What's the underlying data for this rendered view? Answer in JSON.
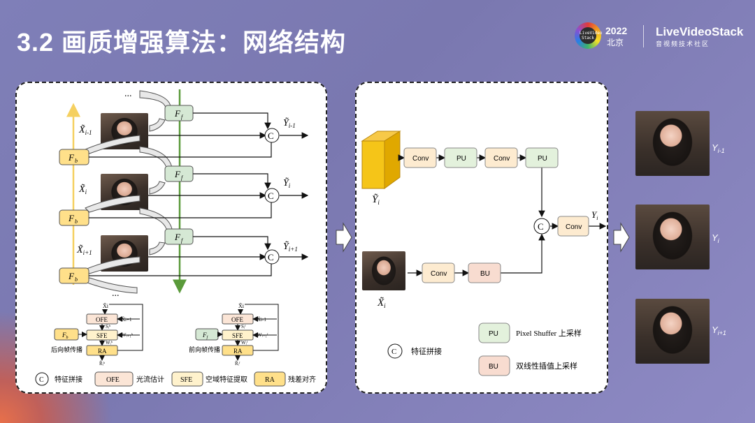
{
  "title": "3.2 画质增强算法：网络结构",
  "logo": {
    "circle_text": "LiveVideo Stack",
    "year": "2022",
    "city": "北京",
    "brand": "LiveVideoStack",
    "brand_sub": "音视频技术社区"
  },
  "left_panel": {
    "dots_top": "...",
    "dots_bottom": "...",
    "ff_label": "F",
    "ff_sub": "f",
    "fb_label": "F",
    "fb_sub": "b",
    "concat": "C",
    "x_labels": [
      {
        "base": "X̃",
        "sub": "i-1"
      },
      {
        "base": "X̃",
        "sub": "i"
      },
      {
        "base": "X̃",
        "sub": "i+1"
      }
    ],
    "y_labels": [
      {
        "base": "Ỹ",
        "sub": "i-1"
      },
      {
        "base": "Ỹ",
        "sub": "i"
      },
      {
        "base": "Ỹ",
        "sub": "i+1"
      }
    ],
    "back_module": {
      "fb": "F",
      "fb_sub": "b",
      "caption": "后向帧传播",
      "ofe": "OFE",
      "sfe": "SFE",
      "ra": "RA",
      "in_top": "X̃i",
      "in_right1": "X̃i+1",
      "s_lab": "Sᵢᵇ",
      "w_lab": "Wᵢ₊₁ᵇ",
      "wi_lab": "Wᵢᵇ",
      "out": "R̃ᵢᵇ"
    },
    "fwd_module": {
      "ff": "F",
      "ff_sub": "f",
      "caption": "前向帧传播",
      "ofe": "OFE",
      "sfe": "SFE",
      "ra": "RA",
      "in_top": "X̃i",
      "in_right1": "X̃i-1",
      "s_lab": "Sᵢᶠ",
      "w_lab": "Wᵢ₋₁ᶠ",
      "wi_lab": "Wᵢᶠ",
      "out": "R̃ᵢᶠ"
    },
    "legend": [
      {
        "key": "C",
        "text": "特征拼接"
      },
      {
        "key": "OFE",
        "text": "光流估计"
      },
      {
        "key": "SFE",
        "text": "空域特征提取"
      },
      {
        "key": "RA",
        "text": "残差对齐"
      }
    ]
  },
  "right_panel": {
    "conv": "Conv",
    "pu": "PU",
    "bu": "BU",
    "concat": "C",
    "y_in": {
      "base": "Ỹ",
      "sub": "i"
    },
    "x_in": {
      "base": "X̃",
      "sub": "i"
    },
    "y_out": {
      "base": "Y",
      "sub": "i"
    },
    "legend": [
      {
        "key": "C",
        "text": "特征拼接"
      },
      {
        "key": "PU",
        "text": "Pixel Shuffer 上采样"
      },
      {
        "key": "BU",
        "text": "双线性插值上采样"
      }
    ]
  },
  "outputs": [
    {
      "base": "Y",
      "sub": "i-1"
    },
    {
      "base": "Y",
      "sub": "i"
    },
    {
      "base": "Y",
      "sub": "i+1"
    }
  ],
  "colors": {
    "ff": "#d5e8d4",
    "fb": "#ffe08a",
    "conv": "#fdebd0",
    "pu": "#e3f1dc",
    "bu": "#f8dcd0",
    "green_line": "#5a9a3a",
    "yellow_line": "#f5d060"
  }
}
